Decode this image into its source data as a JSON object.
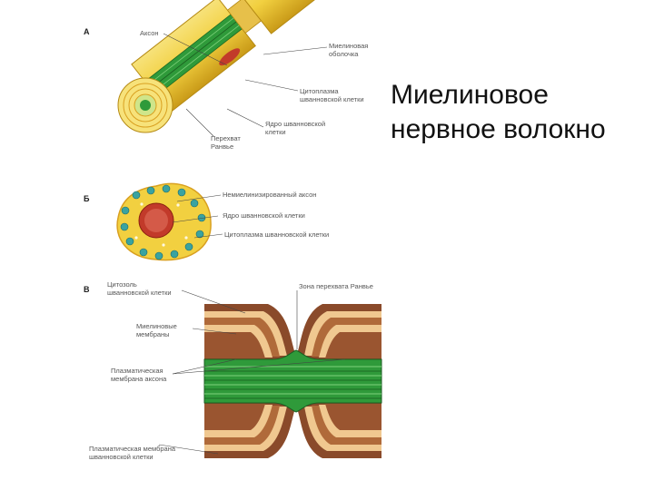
{
  "slide": {
    "title_line1": "Миелиновое",
    "title_line2": "нервное волокно"
  },
  "panels": {
    "a": {
      "letter": "А",
      "labels": {
        "axon": "Аксон",
        "myelin_1": "Миелиновая",
        "myelin_2": "оболочка",
        "cyto_1": "Цитоплазма",
        "cyto_2": "шванновской клетки",
        "nucleus_1": "Ядро шванновской",
        "nucleus_2": "клетки",
        "node_1": "Перехват",
        "node_2": "Ранвье"
      }
    },
    "b": {
      "letter": "Б",
      "labels": {
        "fiber": "Немиелинизированный аксон",
        "nucleus": "Ядро шванновской клетки",
        "cyto": "Цитоплазма шванновской клетки"
      }
    },
    "c": {
      "letter": "В",
      "labels": {
        "cytosol_1": "Цитозоль",
        "cytosol_2": "шванновской клетки",
        "node_zone": "Зона перехвата Ранвье",
        "myelin_1": "Миелиновые",
        "myelin_2": "мембраны",
        "axon_pm_1": "Плазматическая",
        "axon_pm_2": "мембрана аксона",
        "schwann_pm_1": "Плазматическая мембрана",
        "schwann_pm_2": "шванновской клетки"
      }
    }
  },
  "colors": {
    "myelin_yellow": "#f2d040",
    "myelin_orange": "#d9a020",
    "axon_green": "#2f9a3a",
    "nucleus_red": "#c23a2a",
    "membrane_brown": "#8a4a2a",
    "membrane_light": "#f0c890"
  }
}
